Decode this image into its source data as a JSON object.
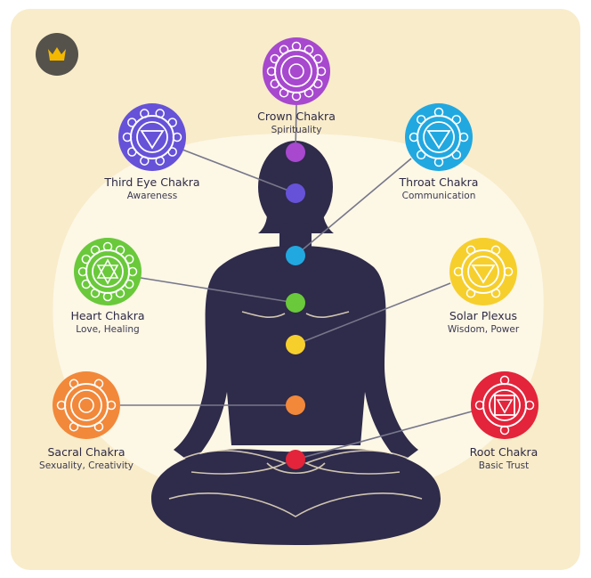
{
  "badge": {
    "icon": "crown-icon",
    "color": "#f5b800"
  },
  "chakras": [
    {
      "key": "crown",
      "title": "Crown Chakra",
      "subtitle": "Spirituality",
      "color": "#a748cf"
    },
    {
      "key": "third_eye",
      "title": "Third Eye Chakra",
      "subtitle": "Awareness",
      "color": "#6652d8"
    },
    {
      "key": "throat",
      "title": "Throat Chakra",
      "subtitle": "Communication",
      "color": "#21a8e0"
    },
    {
      "key": "heart",
      "title": "Heart Chakra",
      "subtitle": "Love, Healing",
      "color": "#69c93a"
    },
    {
      "key": "solar_plexus",
      "title": "Solar Plexus",
      "subtitle": "Wisdom, Power",
      "color": "#f6cf2d"
    },
    {
      "key": "sacral",
      "title": "Sacral Chakra",
      "subtitle": "Sexuality, Creativity",
      "color": "#f2883a"
    },
    {
      "key": "root",
      "title": "Root Chakra",
      "subtitle": "Basic Trust",
      "color": "#e3243a"
    }
  ],
  "silhouette_color": "#2f2b4a",
  "background_color": "#f8ecca"
}
